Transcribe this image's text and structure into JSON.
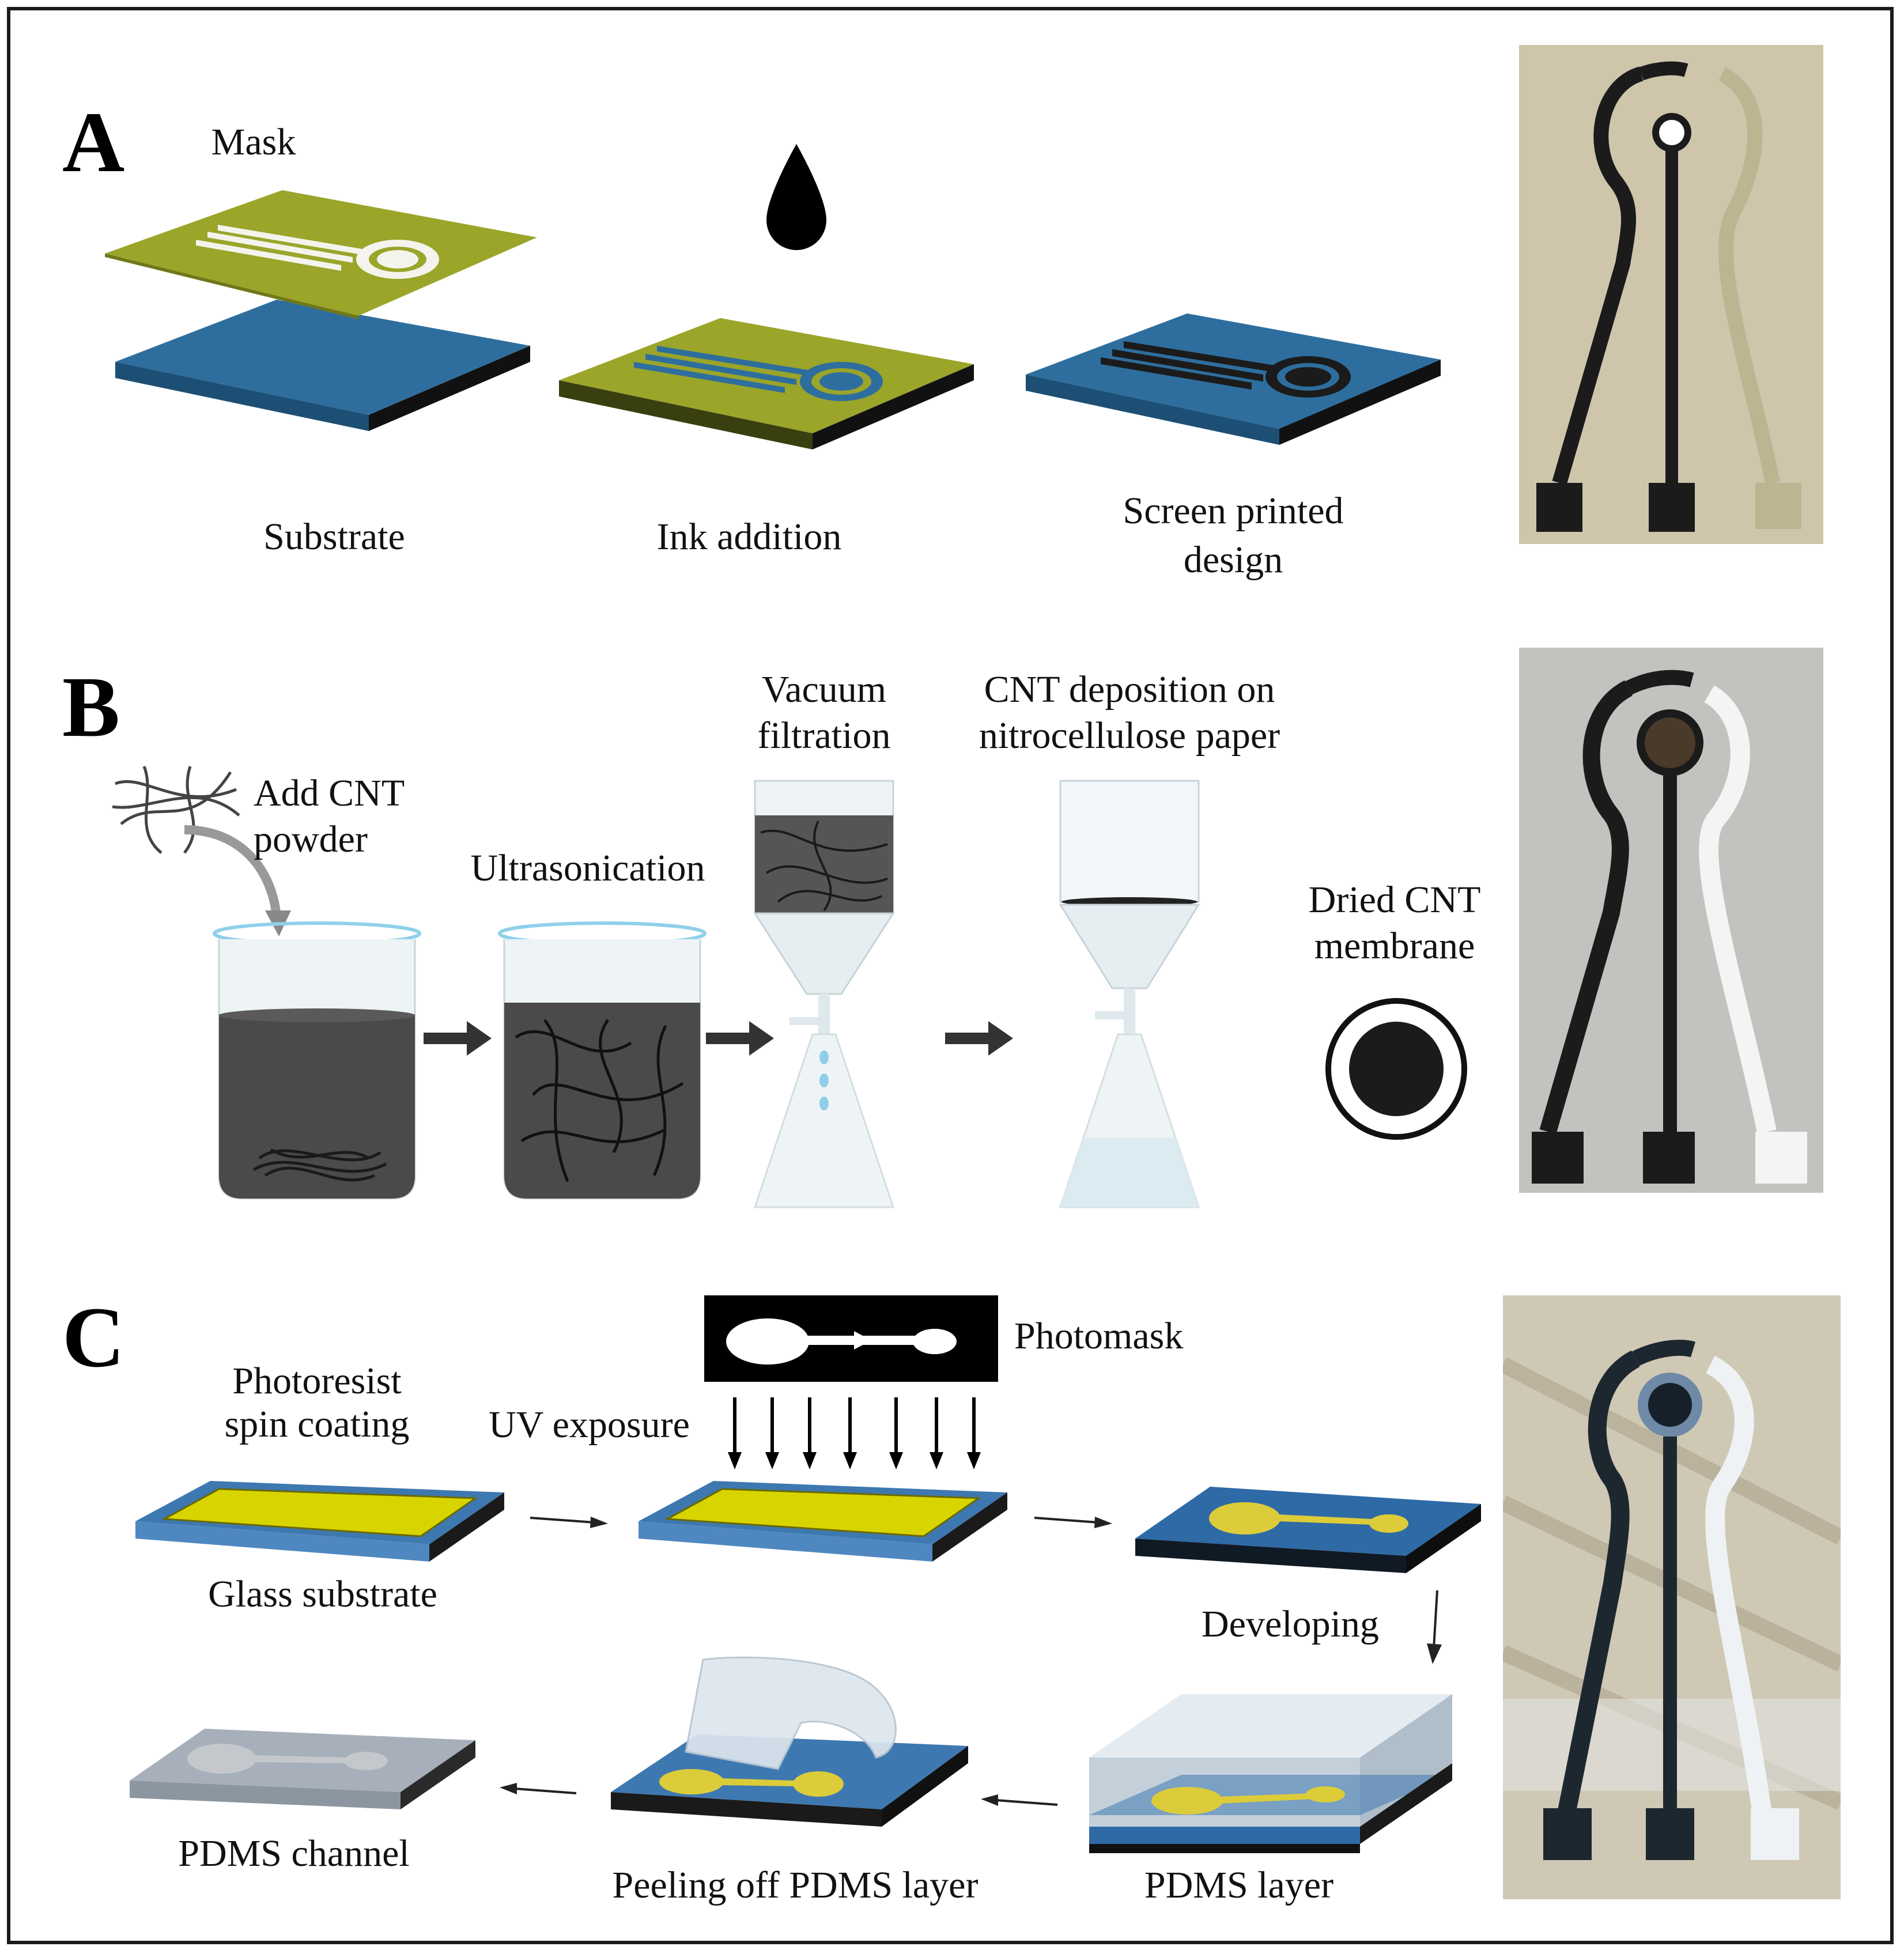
{
  "panels": {
    "a": {
      "letter": "A",
      "mask": "Mask",
      "substrate": "Substrate",
      "ink_addition": "Ink addition",
      "screen_printed_line1": "Screen printed",
      "screen_printed_line2": "design"
    },
    "b": {
      "letter": "B",
      "add_cnt_line1": "Add CNT",
      "add_cnt_line2": "powder",
      "ultrasonication": "Ultrasonication",
      "vacuum_line1": "Vacuum",
      "vacuum_line2": "filtration",
      "cnt_dep_line1": "CNT deposition on",
      "cnt_dep_line2": "nitrocellulose paper",
      "dried_line1": "Dried CNT",
      "dried_line2": "membrane"
    },
    "c": {
      "letter": "C",
      "photomask": "Photomask",
      "photoresist_line1": "Photoresist",
      "photoresist_line2": "spin coating",
      "uv_exposure": "UV exposure",
      "glass_substrate": "Glass substrate",
      "developing": "Developing",
      "pdms_layer": "PDMS layer",
      "peeling": "Peeling off PDMS layer",
      "pdms_channel": "PDMS channel"
    }
  },
  "colors": {
    "substrate_blue": "#2e6e9e",
    "mask_olive": "#9aa52a",
    "photoresist_yellow": "#d8d400",
    "pattern_yellow": "#dccc3a",
    "electrode_dark": "#1b1b1b"
  }
}
